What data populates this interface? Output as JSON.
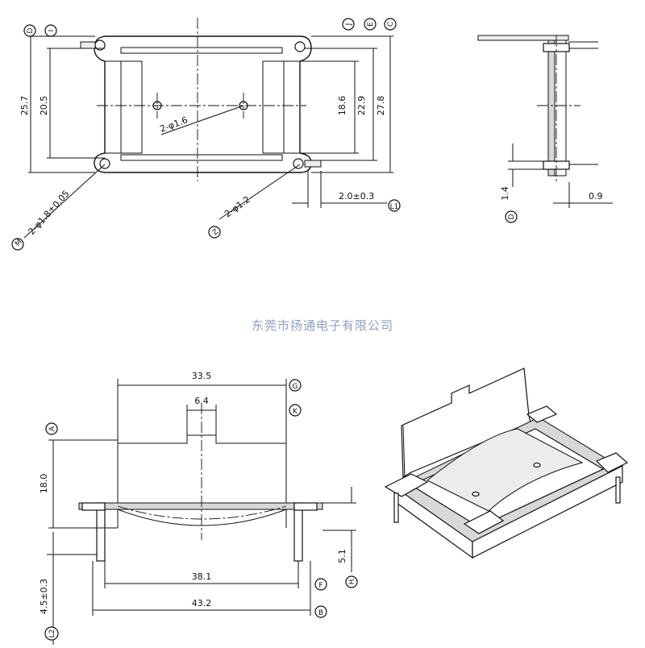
{
  "watermark": "东莞市扬通电子有限公司",
  "top_view": {
    "dims": {
      "h257": "25.7",
      "h205": "20.5",
      "h186": "18.6",
      "h229": "22.9",
      "h278": "27.8",
      "hole16": "2-φ1.6",
      "hole12": "2-φ1.2",
      "hole18": "2-φ1.8±0.05",
      "pin20": "2.0±0.3"
    },
    "markers": {
      "d": "D",
      "i": "I",
      "j": "J",
      "e": "E",
      "c": "C",
      "m": "M",
      "z": "Z",
      "l1": "L1"
    }
  },
  "side_view": {
    "dims": {
      "d14": "1.4",
      "d09": "0.9"
    },
    "markers": {
      "d": "D"
    }
  },
  "front_view": {
    "dims": {
      "w335": "33.5",
      "w64": "6.4",
      "h180": "18.0",
      "w381": "38.1",
      "w432": "43.2",
      "h51": "5.1",
      "h45": "4.5±0.3"
    },
    "markers": {
      "g": "G",
      "k": "K",
      "a": "A",
      "f": "F",
      "h": "H",
      "b": "B",
      "l2": "L2"
    }
  }
}
